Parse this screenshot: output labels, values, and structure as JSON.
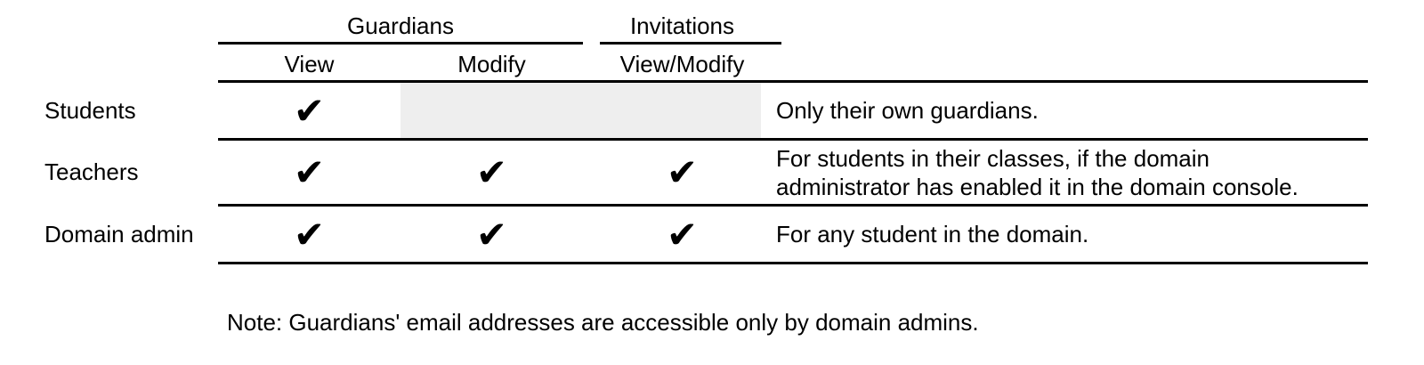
{
  "table": {
    "groups": [
      {
        "label": "Guardians"
      },
      {
        "label": "Invitations"
      }
    ],
    "columns": [
      "View",
      "Modify",
      "View/Modify"
    ],
    "rows": [
      {
        "label": "Students",
        "view": "✔",
        "modify": "",
        "view_modify": "",
        "note": "Only their own guardians."
      },
      {
        "label": "Teachers",
        "view": "✔",
        "modify": "✔",
        "view_modify": "✔",
        "note": "For students in their classes, if the domain administrator has enabled it in the domain console."
      },
      {
        "label": "Domain admin",
        "view": "✔",
        "modify": "✔",
        "view_modify": "✔",
        "note": "For any student in the domain."
      }
    ],
    "footnote": "Note: Guardians' email addresses are accessible only by domain admins."
  },
  "icons": {
    "checkmark": "✔"
  },
  "colors": {
    "background": "#ffffff",
    "text": "#000000",
    "rule": "#000000",
    "shaded_cell": "#eeeeee"
  }
}
